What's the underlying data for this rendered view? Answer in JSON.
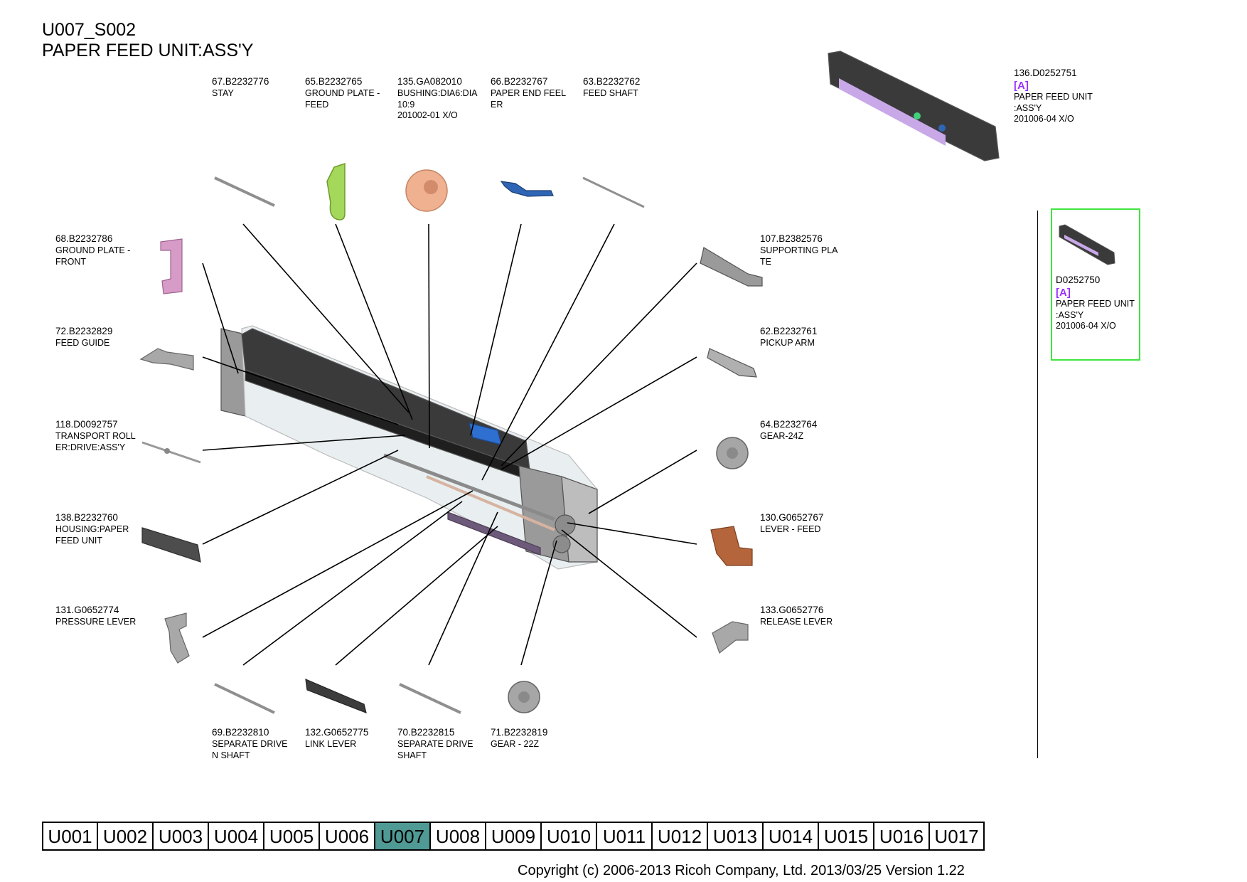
{
  "header": {
    "code": "U007_S002",
    "title": "PAPER FEED UNIT:ASS'Y"
  },
  "parts": [
    {
      "id": "p67",
      "number": "67.B2232776",
      "lines": [
        "STAY"
      ]
    },
    {
      "id": "p65",
      "number": "65.B2232765",
      "lines": [
        "GROUND PLATE -",
        "FEED"
      ]
    },
    {
      "id": "p135",
      "number": "135.GA082010",
      "lines": [
        "BUSHING:DIA6:DIA",
        "10:9",
        "201002-01 X/O"
      ]
    },
    {
      "id": "p66",
      "number": "66.B2232767",
      "lines": [
        "PAPER END FEEL",
        "ER"
      ]
    },
    {
      "id": "p63",
      "number": "63.B2232762",
      "lines": [
        "FEED SHAFT"
      ]
    },
    {
      "id": "p68",
      "number": "68.B2232786",
      "lines": [
        "GROUND PLATE -",
        "FRONT"
      ]
    },
    {
      "id": "p72",
      "number": "72.B2232829",
      "lines": [
        "FEED GUIDE"
      ]
    },
    {
      "id": "p118",
      "number": "118.D0092757",
      "lines": [
        "TRANSPORT ROLL",
        "ER:DRIVE:ASS'Y"
      ]
    },
    {
      "id": "p138",
      "number": "138.B2232760",
      "lines": [
        "HOUSING:PAPER",
        "FEED UNIT"
      ]
    },
    {
      "id": "p131",
      "number": "131.G0652774",
      "lines": [
        "PRESSURE LEVER"
      ]
    },
    {
      "id": "p107",
      "number": "107.B2382576",
      "lines": [
        "SUPPORTING PLA",
        "TE"
      ]
    },
    {
      "id": "p62",
      "number": "62.B2232761",
      "lines": [
        "PICKUP ARM"
      ]
    },
    {
      "id": "p64",
      "number": "64.B2232764",
      "lines": [
        "GEAR-24Z"
      ]
    },
    {
      "id": "p130",
      "number": "130.G0652767",
      "lines": [
        "LEVER - FEED"
      ]
    },
    {
      "id": "p133",
      "number": "133.G0652776",
      "lines": [
        "RELEASE LEVER"
      ]
    },
    {
      "id": "p69",
      "number": "69.B2232810",
      "lines": [
        "SEPARATE DRIVE",
        "N SHAFT"
      ]
    },
    {
      "id": "p132",
      "number": "132.G0652775",
      "lines": [
        "LINK LEVER"
      ]
    },
    {
      "id": "p70",
      "number": "70.B2232815",
      "lines": [
        "SEPARATE DRIVE",
        "SHAFT"
      ]
    },
    {
      "id": "p71",
      "number": "71.B2232819",
      "lines": [
        "GEAR - 22Z"
      ]
    }
  ],
  "assembly": {
    "number": "136.D0252751",
    "tag": "[A]",
    "lines": [
      "PAPER FEED UNIT",
      ":ASS'Y",
      "201006-04 X/O"
    ]
  },
  "related": {
    "number": "D0252750",
    "tag": "[A]",
    "lines": [
      "PAPER FEED UNIT",
      ":ASS'Y",
      "201006-04 X/O"
    ]
  },
  "nav": {
    "tabs": [
      "U001",
      "U002",
      "U003",
      "U004",
      "U005",
      "U006",
      "U007",
      "U008",
      "U009",
      "U010",
      "U011",
      "U012",
      "U013",
      "U014",
      "U015",
      "U016",
      "U017"
    ],
    "active": "U007"
  },
  "footer": {
    "copyright": "Copyright (c) 2006-2013 Ricoh Company, Ltd.    2013/03/25 Version 1.22"
  },
  "colors": {
    "active_tab": "#4f9a94",
    "related_border": "#3ee63e",
    "tag": "#9b30ff"
  }
}
